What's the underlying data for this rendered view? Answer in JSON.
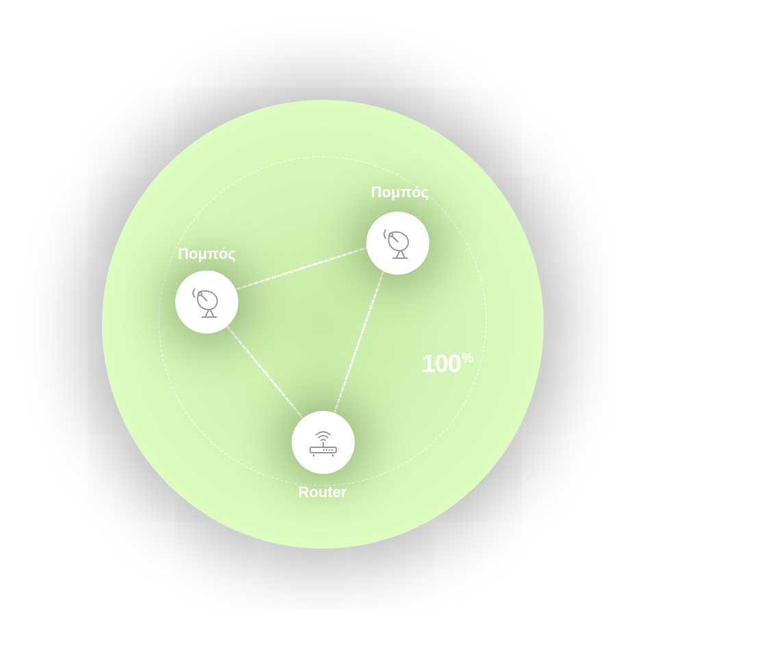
{
  "colors": {
    "coverage_fill": "#dcfcc0",
    "node_fill": "#ffffff",
    "icon_stroke": "#9a9a9a",
    "link_stroke": "#ffffff"
  },
  "nodes": [
    {
      "label": "Πομπός",
      "icon": "satellite-dish-icon"
    },
    {
      "label": "Πομπός",
      "icon": "satellite-dish-icon"
    },
    {
      "label": "Router",
      "icon": "wifi-router-icon"
    }
  ],
  "signal": {
    "value": "100",
    "unit": "%"
  }
}
